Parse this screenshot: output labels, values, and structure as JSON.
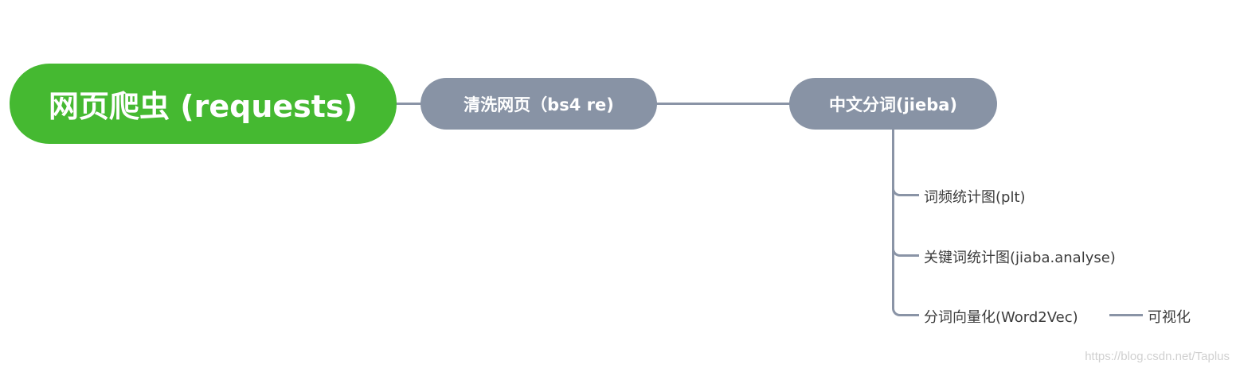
{
  "mindmap": {
    "root": {
      "label": "网页爬虫 (requests)",
      "color": "#45b931"
    },
    "nodes": [
      {
        "label": "清洗网页（bs4 re)",
        "color": "#8893a5"
      },
      {
        "label": "中文分词(jieba)",
        "color": "#8893a5",
        "children": [
          {
            "label": "词频统计图(plt)"
          },
          {
            "label": "关键词统计图(jiaba.analyse)"
          },
          {
            "label": "分词向量化(Word2Vec)",
            "children": [
              {
                "label": "可视化"
              }
            ]
          }
        ]
      }
    ],
    "connector_color": "#8a94a6"
  },
  "watermark": "https://blog.csdn.net/Taplus"
}
